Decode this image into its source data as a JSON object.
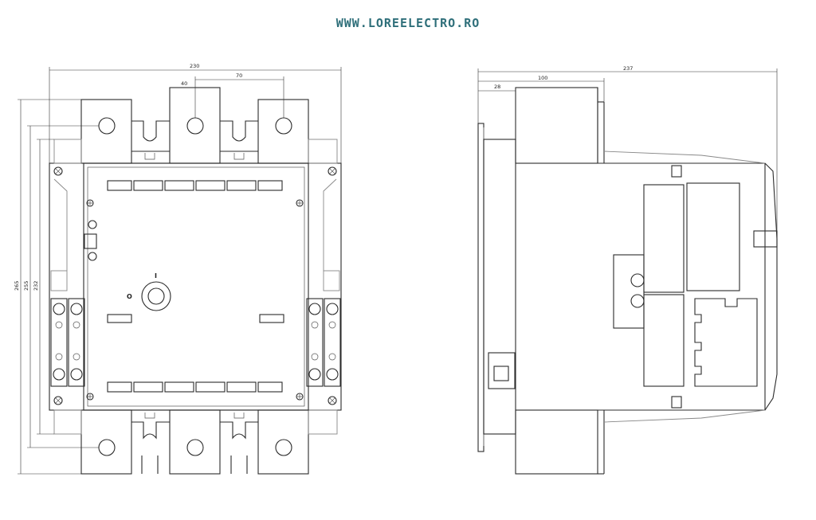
{
  "header": {
    "website": "WWW.LOREELECTRO.RO",
    "color": "#2f6f7a"
  },
  "front_view": {
    "dimensions": {
      "width": "230",
      "pole_offset": "40",
      "pole_spacing": "70",
      "height_total": "265",
      "height_mid": "255",
      "height_inner": "232"
    },
    "switch_labels": {
      "on": "I",
      "off": "O"
    }
  },
  "side_view": {
    "dimensions": {
      "depth_total": "237",
      "depth_mid": "100",
      "depth_front": "28"
    }
  }
}
